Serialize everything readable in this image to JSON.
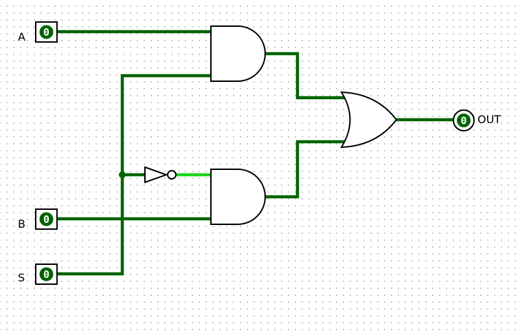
{
  "colors": {
    "wire_low": "#006400",
    "wire_high": "#1ed51e",
    "pin_fill": "#006400"
  },
  "inputs": [
    {
      "label": "A",
      "value": "0"
    },
    {
      "label": "B",
      "value": "0"
    },
    {
      "label": "S",
      "value": "0"
    }
  ],
  "output": {
    "label": "OUT",
    "value": "0"
  },
  "gates": {
    "and_top": "and-gate",
    "and_bottom": "and-gate",
    "or": "or-gate",
    "not": "not-gate"
  }
}
